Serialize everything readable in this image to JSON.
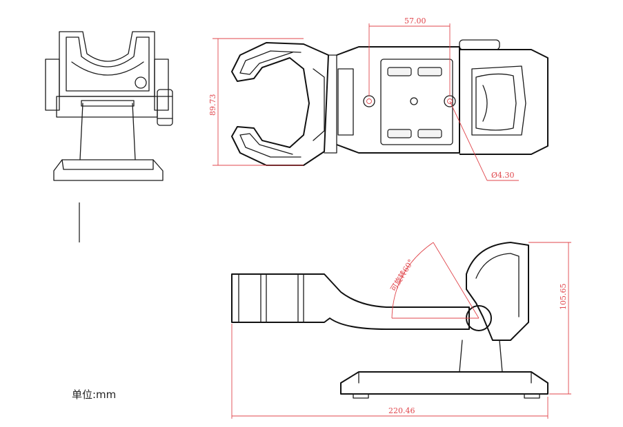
{
  "unit_label": "单位:mm",
  "dimensions": {
    "hole_spacing": "57.00",
    "height_top_view": "89.73",
    "hole_diameter": "Ø4.30",
    "height_side_view": "105.65",
    "total_length": "220.46",
    "rotation_note": "可旋转60°"
  },
  "colors": {
    "dimension_line": "#e0454b",
    "part_outline": "#1a1a1a"
  }
}
